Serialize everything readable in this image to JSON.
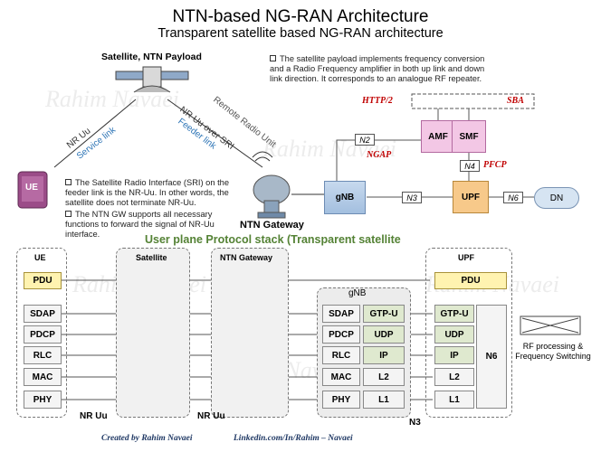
{
  "header": {
    "title": "NTN-based NG-RAN Architecture",
    "subtitle": "Transparent satellite based NG-RAN architecture"
  },
  "satellite": {
    "label": "Satellite, NTN Payload",
    "remote_radio_unit": "Remote Radio Unit",
    "nr_uu": "NR Uu",
    "service_link": "Service link",
    "nr_uu_over_sri": "NR Uu over SRI",
    "feeder_link": "Feeder link"
  },
  "notes": {
    "payload": "The satellite payload implements frequency conversion and a Radio Frequency amplifier in both up link and down link direction. It corresponds to an analogue RF repeater.",
    "sri": "The Satellite Radio Interface (SRI) on the feeder link is the NR-Uu. In other words, the satellite does not terminate NR-Uu.",
    "gw": "The NTN GW supports all necessary functions to forward the signal of NR-Uu interface."
  },
  "network": {
    "ue": "UE",
    "gateway": "NTN Gateway",
    "gnb": "gNB",
    "amf": "AMF",
    "smf": "SMF",
    "upf": "UPF",
    "dn": "DN",
    "n2": "N2",
    "n3": "N3",
    "n4": "N4",
    "n6": "N6",
    "ngap": "NGAP",
    "pfcp": "PFCP",
    "http2": "HTTP/2",
    "sba": "SBA"
  },
  "stack": {
    "title": "User plane Protocol stack (Transparent satellite",
    "ue_label": "UE",
    "satellite_label": "Satellite",
    "gateway_label": "NTN Gateway",
    "gnb_label": "gNB",
    "upf_label": "UPF",
    "ue_layers": [
      "PDU",
      "SDAP",
      "PDCP",
      "RLC",
      "MAC",
      "PHY"
    ],
    "gnb_left": [
      "SDAP",
      "PDCP",
      "RLC",
      "MAC",
      "PHY"
    ],
    "gnb_right": [
      "GTP-U",
      "UDP",
      "IP",
      "L2",
      "L1"
    ],
    "upf_pdu": "PDU",
    "upf_layers": [
      "GTP-U",
      "UDP",
      "IP",
      "L2",
      "L1"
    ],
    "n6": "N6",
    "nr_uu_1": "NR Uu",
    "nr_uu_2": "NR Uu",
    "n3": "N3",
    "rf_label": "RF processing & Frequency Switching"
  },
  "watermark": "Rahim Navaei",
  "footer": {
    "created": "Created by Rahim Navaei",
    "linkedin": "Linkedin.com/In/Rahim – Navaei"
  }
}
